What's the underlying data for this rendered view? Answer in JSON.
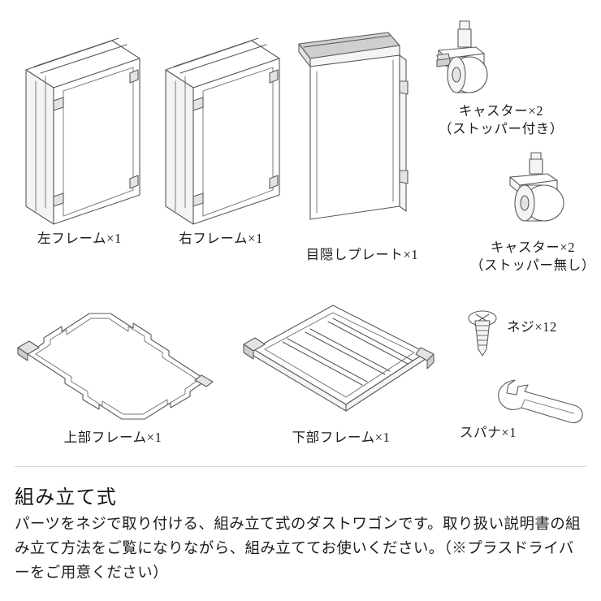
{
  "page": {
    "parts": [
      {
        "id": "left-frame",
        "label": "左フレーム×1"
      },
      {
        "id": "right-frame",
        "label": "右フレーム×1"
      },
      {
        "id": "cover-plate",
        "label": "目隠しプレート×1"
      },
      {
        "id": "caster-stopper",
        "label": "キャスター×2\n（ストッパー付き）"
      },
      {
        "id": "caster-plain",
        "label": "キャスター×2\n（ストッパー無し）"
      },
      {
        "id": "top-frame",
        "label": "上部フレーム×1"
      },
      {
        "id": "bottom-frame",
        "label": "下部フレーム×1"
      },
      {
        "id": "screw",
        "label": "ネジ×12"
      },
      {
        "id": "spanner",
        "label": "スパナ×1"
      }
    ],
    "section": {
      "title": "組み立て式",
      "body": "パーツをネジで取り付ける、組み立て式のダストワゴンです。取り扱い説明書の組み立て方法をご覧になりながら、組み立ててお使いください。（※プラスドライバーをご用意ください）"
    }
  }
}
